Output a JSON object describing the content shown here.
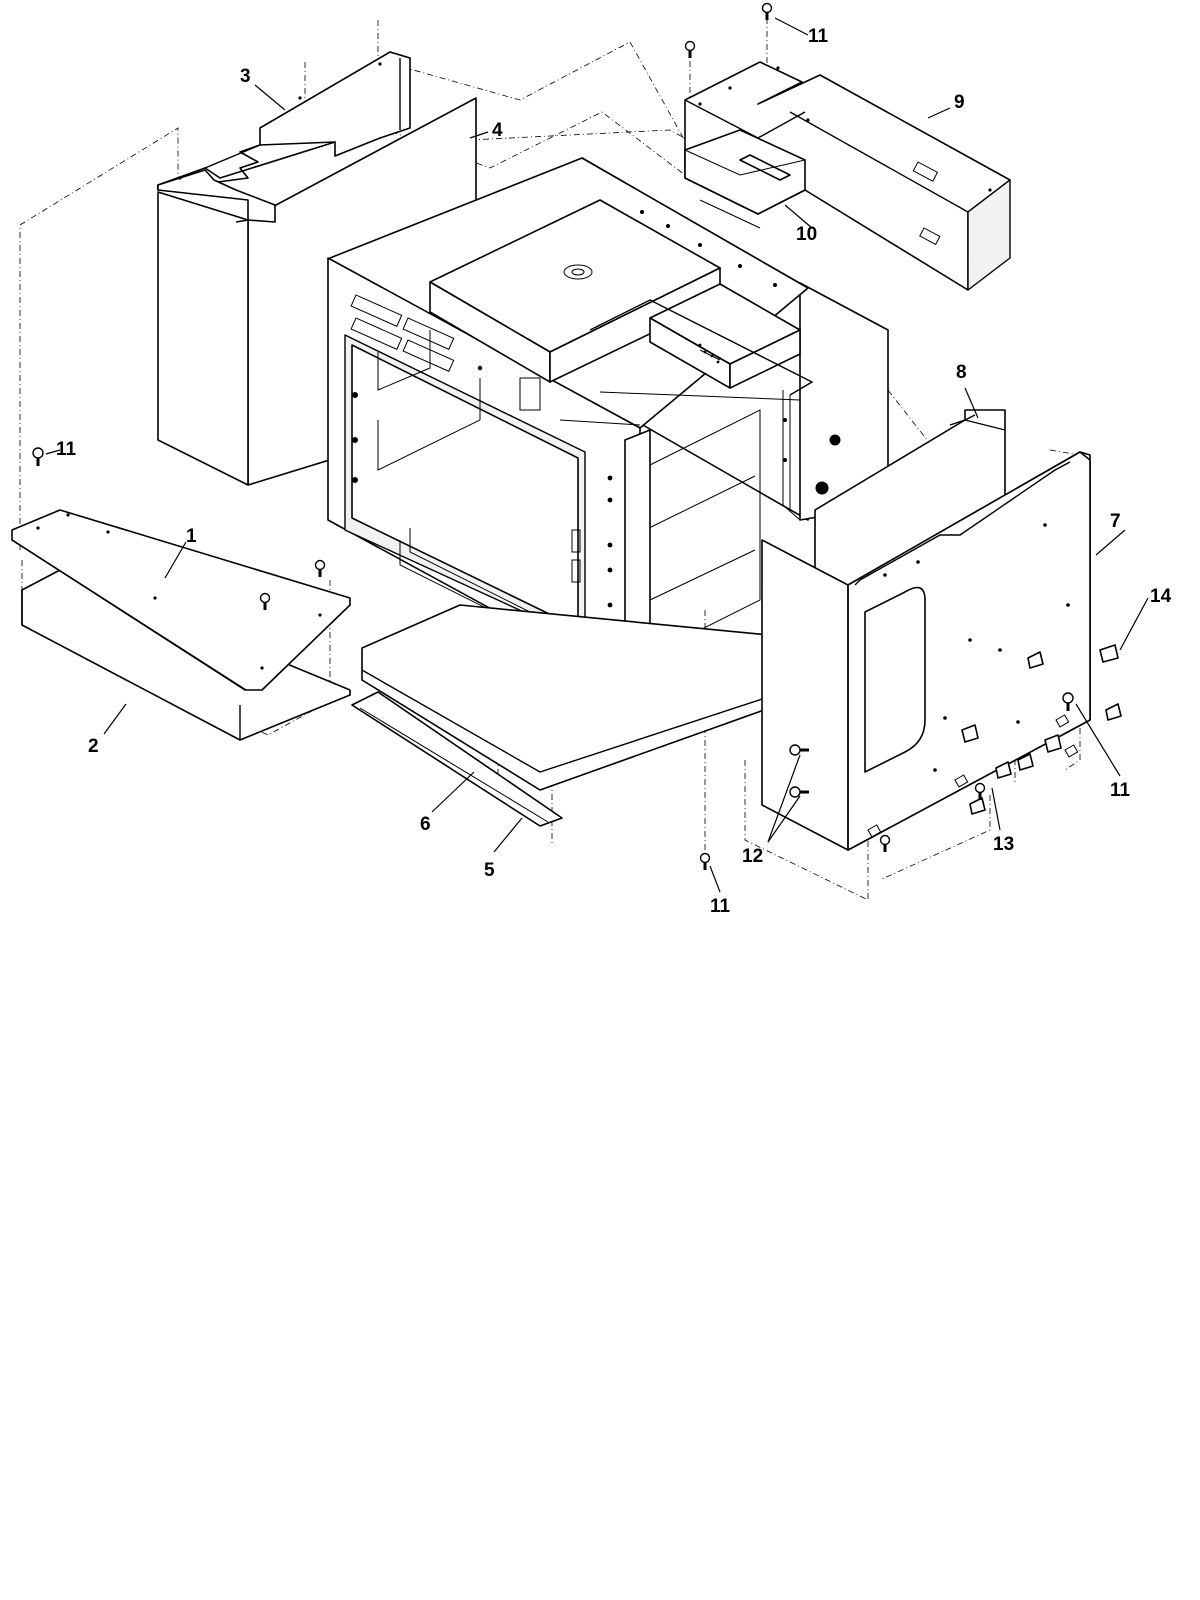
{
  "diagram": {
    "callouts": [
      "1",
      "2",
      "3",
      "4",
      "5",
      "6",
      "7",
      "8",
      "9",
      "10",
      "11",
      "12",
      "13",
      "14"
    ],
    "callout_instances": {
      "c1": "1",
      "c2": "2",
      "c3": "3",
      "c4": "4",
      "c5": "5",
      "c6": "6",
      "c7": "7",
      "c8": "8",
      "c9": "9",
      "c10": "10",
      "c11_top": "11",
      "c11_left": "11",
      "c11_bottom": "11",
      "c11_right": "11",
      "c12": "12",
      "c13": "13",
      "c14": "14"
    }
  }
}
